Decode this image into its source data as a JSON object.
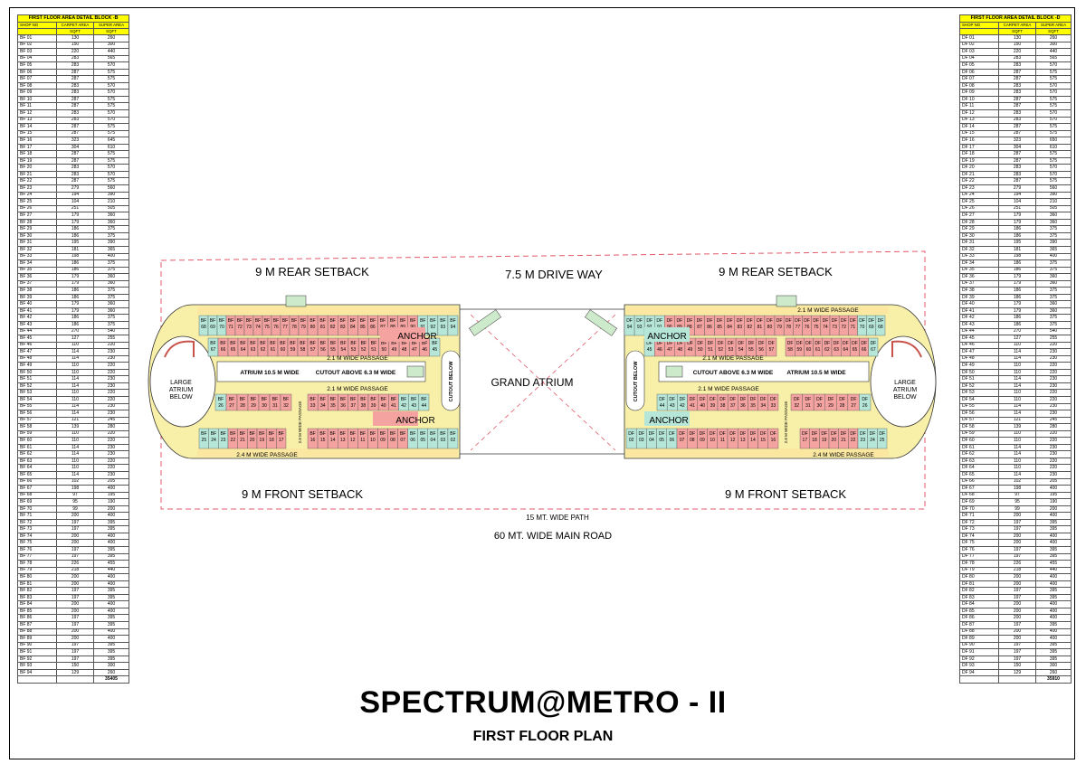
{
  "title": "SPECTRUM@METRO - II",
  "subtitle": "FIRST FLOOR PLAN",
  "colors": {
    "shop_red": "#f4a3a0",
    "shop_green": "#b5e6d8",
    "corridor": "#f8f0a9",
    "passage": "#fbe7a0",
    "table_header": "#ffff00",
    "setback_line": "#e05a6a"
  },
  "plan_labels": {
    "rear_setback_left": "9 M REAR SETBACK",
    "drive_way": "7.5 M DRIVE WAY",
    "rear_setback_right": "9 M REAR  SETBACK",
    "front_setback_left": "9 M FRONT SETBACK",
    "front_setback_right": "9 M FRONT SETBACK",
    "wide_path": "15 MT. WIDE PATH",
    "main_road": "60 MT. WIDE MAIN ROAD",
    "grand_atrium": "GRAND ATRIUM",
    "anchor": "ANCHOR",
    "cutout_below": "CUTOUT BELOW",
    "atrium_left": "ATRIUM 10.5 M WIDE",
    "cutout_left": "CUTOUT ABOVE 6.3 M WIDE",
    "cutout_right": "CUTOUT ABOVE 6.3 M WIDE",
    "atrium_right": "ATRIUM 10.5 M WIDE",
    "passage_21": "2.1 M WIDE PASSAGE",
    "passage_24": "2.4 M WIDE PASSAGE",
    "passage_28": "2.8 M WIDE PASSAGE",
    "large_atrium": [
      "LARGE",
      "ATRIUM",
      "BELOW"
    ]
  },
  "shops": {
    "left_top_far": [
      "BF 68",
      "BF 69",
      "BF 70",
      "BF 71",
      "BF 72",
      "BF 73",
      "BF 74",
      "BF 75",
      "BF 76",
      "BF 77",
      "BF 78",
      "BF 79"
    ],
    "left_top_near": [
      "BF 80",
      "BF 81",
      "BF 82",
      "BF 83",
      "BF 84",
      "BF 85",
      "BF 86",
      "BF 87",
      "BF 88",
      "BF 89",
      "BF 90",
      "BF 91",
      "BF 92",
      "BF 93",
      "BF 94"
    ],
    "left_mid_far": [
      "BF 67",
      "BF 66",
      "BF 65",
      "BF 64",
      "BF 63",
      "BF 62",
      "BF 61",
      "BF 60",
      "BF 59",
      "BF 58"
    ],
    "left_mid_near": [
      "BF 57",
      "BF 56",
      "BF 55",
      "BF 54",
      "BF 53",
      "BF 52",
      "BF 51",
      "BF 50",
      "BF 49",
      "BF 48",
      "BF 47",
      "BF 46",
      "BF 45"
    ],
    "left_low_far": [
      "BF 26",
      "BF 27",
      "BF 28",
      "BF 29",
      "BF 30",
      "BF 31",
      "BF 32"
    ],
    "left_low_near": [
      "BF 33",
      "BF 34",
      "BF 35",
      "BF 36",
      "BF 37",
      "BF 38",
      "BF 39",
      "BF 40",
      "BF 41",
      "BF 42",
      "BF 43",
      "BF 44"
    ],
    "left_bot_far": [
      "BF 25",
      "BF 24",
      "BF 23",
      "BF 22",
      "BF 21",
      "BF 20",
      "BF 19",
      "BF 18",
      "BF 17"
    ],
    "left_bot_near": [
      "BF 16",
      "BF 15",
      "BF 14",
      "BF 13",
      "BF 12",
      "BF 11",
      "BF 10",
      "BF 09",
      "BF 08",
      "BF 07",
      "BF 06",
      "BF 05",
      "BF 04",
      "BF 03",
      "BF 02"
    ],
    "right_top_near": [
      "DF 94",
      "DF 93",
      "DF 92",
      "DF 91",
      "DF 90",
      "DF 89",
      "DF 88",
      "DF 87",
      "DF 86",
      "DF 85",
      "DF 84",
      "DF 83",
      "DF 82",
      "DF 81",
      "DF 80"
    ],
    "right_top_far": [
      "DF 79",
      "DF 78",
      "DF 77",
      "DF 76",
      "DF 75",
      "DF 74",
      "DF 73",
      "DF 72",
      "DF 71",
      "DF 70",
      "DF 69",
      "DF 68"
    ],
    "right_mid_near": [
      "DF 45",
      "DF 46",
      "DF 47",
      "DF 48",
      "DF 49",
      "DF 50",
      "DF 51",
      "DF 52",
      "DF 53",
      "DF 54",
      "DF 55",
      "DF 56",
      "DF 57"
    ],
    "right_mid_far": [
      "DF 58",
      "DF 59",
      "DF 60",
      "DF 61",
      "DF 62",
      "DF 63",
      "DF 64",
      "DF 65",
      "DF 66",
      "DF 67"
    ],
    "right_low_near": [
      "DF 44",
      "DF 43",
      "DF 42",
      "DF 41",
      "DF 40",
      "DF 39",
      "DF 38",
      "DF 37",
      "DF 36",
      "DF 35",
      "DF 34",
      "DF 33"
    ],
    "right_low_far": [
      "DF 32",
      "DF 31",
      "DF 30",
      "DF 29",
      "DF 28",
      "DF 27",
      "DF 26"
    ],
    "right_bot_near": [
      "DF 02",
      "DF 03",
      "DF 04",
      "DF 05",
      "DF 06",
      "DF 07",
      "DF 08",
      "DF 09",
      "DF 10",
      "DF 11",
      "DF 12",
      "DF 13",
      "DF 14",
      "DF 15",
      "DF 16"
    ],
    "right_bot_far": [
      "DF 17",
      "DF 18",
      "DF 19",
      "DF 20",
      "DF 21",
      "DF 22",
      "DF 23",
      "DF 24",
      "DF 25"
    ]
  },
  "table_b": {
    "title": "FIRST FLOOR AREA DETAIL BLOCK -B",
    "headers": [
      "SHOP NO",
      "CARPET AREA",
      "SUPER AREA"
    ],
    "units": [
      "",
      "SQFT",
      "SQFT"
    ],
    "rows": [
      [
        "BF 01",
        "130",
        "260"
      ],
      [
        "BF 02",
        "150",
        "300"
      ],
      [
        "BF 03",
        "220",
        "440"
      ],
      [
        "BF 04",
        "283",
        "565"
      ],
      [
        "BF 05",
        "283",
        "570"
      ],
      [
        "BF 06",
        "287",
        "575"
      ],
      [
        "BF 07",
        "287",
        "575"
      ],
      [
        "BF 08",
        "283",
        "570"
      ],
      [
        "BF 09",
        "283",
        "570"
      ],
      [
        "BF 10",
        "287",
        "575"
      ],
      [
        "BF 11",
        "287",
        "575"
      ],
      [
        "BF 12",
        "283",
        "570"
      ],
      [
        "BF 13",
        "283",
        "570"
      ],
      [
        "BF 14",
        "287",
        "575"
      ],
      [
        "BF 15",
        "287",
        "575"
      ],
      [
        "BF 16",
        "323",
        "645"
      ],
      [
        "BF 17",
        "304",
        "610"
      ],
      [
        "BF 18",
        "287",
        "575"
      ],
      [
        "BF 19",
        "287",
        "575"
      ],
      [
        "BF 20",
        "283",
        "570"
      ],
      [
        "BF 21",
        "283",
        "570"
      ],
      [
        "BF 22",
        "287",
        "575"
      ],
      [
        "BF 23",
        "279",
        "560"
      ],
      [
        "BF 24",
        "194",
        "390"
      ],
      [
        "BF 25",
        "104",
        "210"
      ],
      [
        "BF 26",
        "251",
        "505"
      ],
      [
        "BF 27",
        "179",
        "360"
      ],
      [
        "BF 28",
        "179",
        "360"
      ],
      [
        "BF 29",
        "186",
        "375"
      ],
      [
        "BF 30",
        "186",
        "375"
      ],
      [
        "BF 31",
        "195",
        "390"
      ],
      [
        "BF 32",
        "181",
        "365"
      ],
      [
        "BF 33",
        "198",
        "400"
      ],
      [
        "BF 34",
        "186",
        "375"
      ],
      [
        "BF 35",
        "186",
        "375"
      ],
      [
        "BF 36",
        "179",
        "360"
      ],
      [
        "BF 37",
        "179",
        "360"
      ],
      [
        "BF 38",
        "186",
        "375"
      ],
      [
        "BF 39",
        "186",
        "375"
      ],
      [
        "BF 40",
        "179",
        "360"
      ],
      [
        "BF 41",
        "179",
        "360"
      ],
      [
        "BF 42",
        "186",
        "375"
      ],
      [
        "BF 43",
        "186",
        "375"
      ],
      [
        "BF 44",
        "270",
        "540"
      ],
      [
        "BF 45",
        "127",
        "255"
      ],
      [
        "BF 46",
        "110",
        "220"
      ],
      [
        "BF 47",
        "114",
        "230"
      ],
      [
        "BF 48",
        "114",
        "230"
      ],
      [
        "BF 49",
        "110",
        "220"
      ],
      [
        "BF 50",
        "110",
        "220"
      ],
      [
        "BF 51",
        "114",
        "230"
      ],
      [
        "BF 52",
        "114",
        "230"
      ],
      [
        "BF 53",
        "110",
        "220"
      ],
      [
        "BF 54",
        "110",
        "220"
      ],
      [
        "BF 55",
        "114",
        "230"
      ],
      [
        "BF 56",
        "114",
        "230"
      ],
      [
        "BF 57",
        "121",
        "245"
      ],
      [
        "BF 58",
        "139",
        "280"
      ],
      [
        "BF 59",
        "110",
        "220"
      ],
      [
        "BF 60",
        "110",
        "220"
      ],
      [
        "BF 61",
        "114",
        "230"
      ],
      [
        "BF 62",
        "114",
        "230"
      ],
      [
        "BF 63",
        "110",
        "220"
      ],
      [
        "BF 64",
        "110",
        "220"
      ],
      [
        "BF 65",
        "114",
        "230"
      ],
      [
        "BF 66",
        "102",
        "205"
      ],
      [
        "BF 67",
        "198",
        "400"
      ],
      [
        "BF 68",
        "97",
        "195"
      ],
      [
        "BF 69",
        "95",
        "190"
      ],
      [
        "BF 70",
        "99",
        "200"
      ],
      [
        "BF 71",
        "200",
        "400"
      ],
      [
        "BF 72",
        "197",
        "395"
      ],
      [
        "BF 73",
        "197",
        "395"
      ],
      [
        "BF 74",
        "200",
        "400"
      ],
      [
        "BF 75",
        "200",
        "400"
      ],
      [
        "BF 76",
        "197",
        "395"
      ],
      [
        "BF 77",
        "197",
        "395"
      ],
      [
        "BF 78",
        "226",
        "455"
      ],
      [
        "BF 79",
        "218",
        "440"
      ],
      [
        "BF 80",
        "200",
        "400"
      ],
      [
        "BF 81",
        "200",
        "400"
      ],
      [
        "BF 82",
        "197",
        "395"
      ],
      [
        "BF 83",
        "197",
        "395"
      ],
      [
        "BF 84",
        "200",
        "400"
      ],
      [
        "BF 85",
        "200",
        "400"
      ],
      [
        "BF 86",
        "197",
        "395"
      ],
      [
        "BF 87",
        "197",
        "395"
      ],
      [
        "BF 88",
        "200",
        "400"
      ],
      [
        "BF 89",
        "200",
        "400"
      ],
      [
        "BF 90",
        "197",
        "395"
      ],
      [
        "BF 91",
        "197",
        "395"
      ],
      [
        "BF 92",
        "197",
        "395"
      ],
      [
        "BF 93",
        "150",
        "300"
      ],
      [
        "BF 94",
        "129",
        "260"
      ]
    ],
    "total": "35405"
  },
  "table_d": {
    "title": "FIRST FLOOR AREA DETAIL BLOCK -D",
    "headers": [
      "SHOP NO",
      "CARPET AREA",
      "SUPER AREA"
    ],
    "units": [
      "",
      "SQFT",
      "SQFT"
    ],
    "rows": [
      [
        "DF 01",
        "130",
        "260"
      ],
      [
        "DF 02",
        "150",
        "300"
      ],
      [
        "DF 03",
        "220",
        "440"
      ],
      [
        "DF 04",
        "283",
        "565"
      ],
      [
        "DF 05",
        "283",
        "570"
      ],
      [
        "DF 06",
        "287",
        "575"
      ],
      [
        "DF 07",
        "287",
        "575"
      ],
      [
        "DF 08",
        "283",
        "570"
      ],
      [
        "DF 09",
        "283",
        "570"
      ],
      [
        "DF 10",
        "287",
        "575"
      ],
      [
        "DF 11",
        "287",
        "575"
      ],
      [
        "DF 12",
        "283",
        "570"
      ],
      [
        "DF 13",
        "283",
        "570"
      ],
      [
        "DF 14",
        "287",
        "575"
      ],
      [
        "DF 15",
        "287",
        "575"
      ],
      [
        "DF 16",
        "323",
        "650"
      ],
      [
        "DF 17",
        "304",
        "610"
      ],
      [
        "DF 18",
        "287",
        "575"
      ],
      [
        "DF 19",
        "287",
        "575"
      ],
      [
        "DF 20",
        "283",
        "570"
      ],
      [
        "DF 21",
        "283",
        "570"
      ],
      [
        "DF 22",
        "287",
        "575"
      ],
      [
        "DF 23",
        "279",
        "560"
      ],
      [
        "DF 24",
        "194",
        "390"
      ],
      [
        "DF 25",
        "104",
        "210"
      ],
      [
        "DF 26",
        "251",
        "505"
      ],
      [
        "DF 27",
        "179",
        "360"
      ],
      [
        "DF 28",
        "179",
        "360"
      ],
      [
        "DF 29",
        "186",
        "375"
      ],
      [
        "DF 30",
        "186",
        "375"
      ],
      [
        "DF 31",
        "195",
        "390"
      ],
      [
        "DF 32",
        "181",
        "365"
      ],
      [
        "DF 33",
        "198",
        "400"
      ],
      [
        "DF 34",
        "186",
        "375"
      ],
      [
        "DF 35",
        "186",
        "375"
      ],
      [
        "DF 36",
        "179",
        "360"
      ],
      [
        "DF 37",
        "179",
        "360"
      ],
      [
        "DF 38",
        "186",
        "375"
      ],
      [
        "DF 39",
        "186",
        "375"
      ],
      [
        "DF 40",
        "179",
        "360"
      ],
      [
        "DF 41",
        "179",
        "360"
      ],
      [
        "DF 42",
        "186",
        "375"
      ],
      [
        "DF 43",
        "186",
        "375"
      ],
      [
        "DF 44",
        "270",
        "540"
      ],
      [
        "DF 45",
        "127",
        "255"
      ],
      [
        "DF 46",
        "110",
        "220"
      ],
      [
        "DF 47",
        "114",
        "230"
      ],
      [
        "DF 48",
        "114",
        "230"
      ],
      [
        "DF 49",
        "110",
        "220"
      ],
      [
        "DF 50",
        "110",
        "220"
      ],
      [
        "DF 51",
        "114",
        "230"
      ],
      [
        "DF 52",
        "114",
        "230"
      ],
      [
        "DF 53",
        "110",
        "220"
      ],
      [
        "DF 54",
        "110",
        "220"
      ],
      [
        "DF 55",
        "114",
        "230"
      ],
      [
        "DF 56",
        "114",
        "230"
      ],
      [
        "DF 57",
        "121",
        "245"
      ],
      [
        "DF 58",
        "139",
        "280"
      ],
      [
        "DF 59",
        "110",
        "220"
      ],
      [
        "DF 60",
        "110",
        "220"
      ],
      [
        "DF 61",
        "114",
        "230"
      ],
      [
        "DF 62",
        "114",
        "230"
      ],
      [
        "DF 63",
        "110",
        "220"
      ],
      [
        "DF 64",
        "110",
        "220"
      ],
      [
        "DF 65",
        "114",
        "230"
      ],
      [
        "DF 66",
        "102",
        "205"
      ],
      [
        "DF 67",
        "198",
        "400"
      ],
      [
        "DF 68",
        "97",
        "195"
      ],
      [
        "DF 69",
        "95",
        "190"
      ],
      [
        "DF 70",
        "99",
        "200"
      ],
      [
        "DF 71",
        "200",
        "400"
      ],
      [
        "DF 72",
        "197",
        "395"
      ],
      [
        "DF 73",
        "197",
        "395"
      ],
      [
        "DF 74",
        "200",
        "400"
      ],
      [
        "DF 75",
        "200",
        "400"
      ],
      [
        "DF 76",
        "197",
        "395"
      ],
      [
        "DF 77",
        "197",
        "395"
      ],
      [
        "DF 78",
        "226",
        "455"
      ],
      [
        "DF 79",
        "218",
        "440"
      ],
      [
        "DF 80",
        "200",
        "400"
      ],
      [
        "DF 81",
        "200",
        "400"
      ],
      [
        "DF 82",
        "197",
        "395"
      ],
      [
        "DF 83",
        "197",
        "395"
      ],
      [
        "DF 84",
        "200",
        "400"
      ],
      [
        "DF 85",
        "200",
        "400"
      ],
      [
        "DF 86",
        "200",
        "400"
      ],
      [
        "DF 87",
        "197",
        "395"
      ],
      [
        "DF 88",
        "200",
        "400"
      ],
      [
        "DF 89",
        "200",
        "400"
      ],
      [
        "DF 90",
        "197",
        "395"
      ],
      [
        "DF 91",
        "197",
        "395"
      ],
      [
        "DF 92",
        "197",
        "395"
      ],
      [
        "DF 93",
        "150",
        "300"
      ],
      [
        "DF 94",
        "129",
        "260"
      ]
    ],
    "total": "35910"
  }
}
